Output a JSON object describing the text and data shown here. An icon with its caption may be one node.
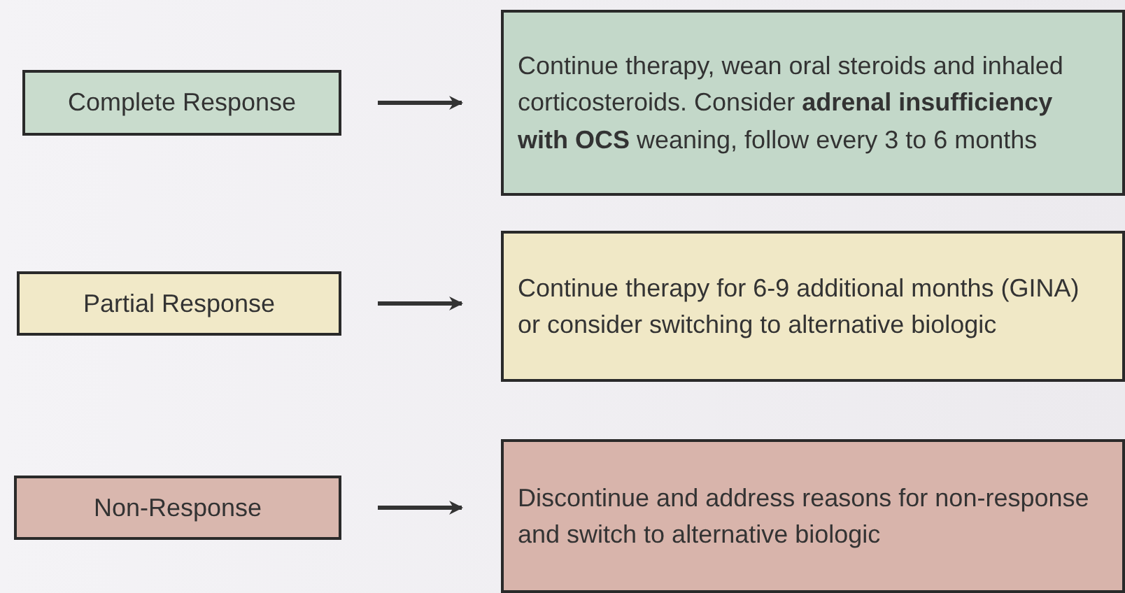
{
  "diagram": {
    "nodes": [
      {
        "text": [
          "Complete Response"
        ]
      },
      {
        "text": [
          "Continue therapy, wean oral steroids and inhaled corticosteroids. Consider **adrenal insufficiency with OCS** weaning, follow every 3 to 6 months"
        ]
      },
      {
        "text": [
          "Partial Response"
        ]
      },
      {
        "text": [
          "Continue therapy for 6-9 additional months (GINA) or consider switching to alternative biologic"
        ]
      },
      {
        "text": [
          "Non-Response"
        ]
      },
      {
        "text": [
          "Discontinue and address reasons for non-response and switch to alternative biologic"
        ]
      }
    ],
    "edges": [
      {
        "from": 0,
        "to": 1,
        "arrow": "to"
      },
      {
        "from": 2,
        "to": 3,
        "arrow": "to"
      },
      {
        "from": 4,
        "to": 5,
        "arrow": "to"
      }
    ]
  }
}
